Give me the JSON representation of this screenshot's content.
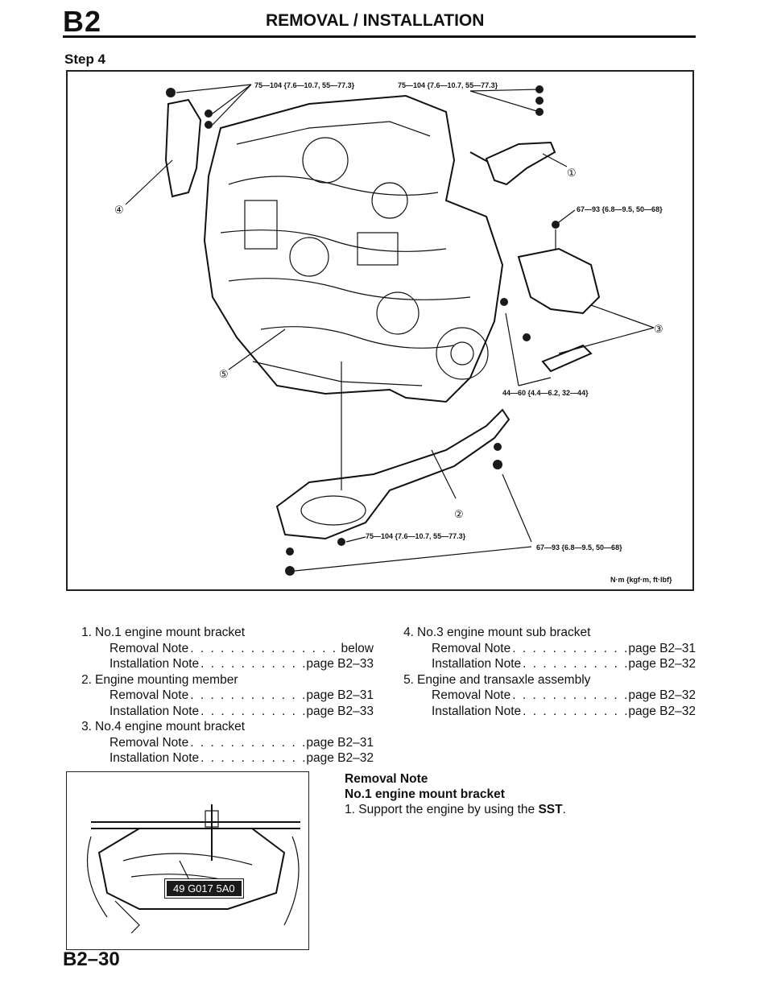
{
  "header": {
    "section_code": "B2",
    "title": "REMOVAL / INSTALLATION"
  },
  "step_label": "Step 4",
  "figure": {
    "torque_1": "75—104 {7.6—10.7, 55—77.3}",
    "torque_2": "75—104 {7.6—10.7, 55—77.3}",
    "torque_3": "67—93 {6.8—9.5, 50—68}",
    "torque_4": "44—60 {4.4—6.2, 32—44}",
    "torque_5": "75—104 {7.6—10.7, 55—77.3}",
    "torque_6": "67—93 {6.8—9.5, 50—68}",
    "unit": "N·m {kgf·m, ft·lbf}",
    "callout_1": "①",
    "callout_2": "②",
    "callout_3": "③",
    "callout_4": "④",
    "callout_5": "⑤"
  },
  "parts_left": [
    {
      "num": "1.",
      "name": "No.1 engine mount bracket",
      "notes": [
        {
          "label": "Removal Note",
          "ref": "below"
        },
        {
          "label": "Installation Note",
          "ref": "page B2–33"
        }
      ]
    },
    {
      "num": "2.",
      "name": "Engine mounting member",
      "notes": [
        {
          "label": "Removal Note",
          "ref": "page B2–31"
        },
        {
          "label": "Installation Note",
          "ref": "page B2–33"
        }
      ]
    },
    {
      "num": "3.",
      "name": "No.4 engine mount bracket",
      "notes": [
        {
          "label": "Removal Note",
          "ref": "page B2–31"
        },
        {
          "label": "Installation Note",
          "ref": "page B2–32"
        }
      ]
    }
  ],
  "parts_right": [
    {
      "num": "4.",
      "name": "No.3 engine mount sub bracket",
      "notes": [
        {
          "label": "Removal Note",
          "ref": "page B2–31"
        },
        {
          "label": "Installation Note",
          "ref": "page B2–32"
        }
      ]
    },
    {
      "num": "5.",
      "name": "Engine and transaxle assembly",
      "notes": [
        {
          "label": "Removal Note",
          "ref": "page B2–32"
        },
        {
          "label": "Installation Note",
          "ref": "page B2–32"
        }
      ]
    }
  ],
  "sst_label": "49 G017 5A0",
  "note": {
    "heading": "Removal Note",
    "subheading": "No.1 engine mount bracket",
    "step_num": "1.",
    "step_text": "Support the engine by using the ",
    "step_bold": "SST",
    "step_end": "."
  },
  "page_number": "B2–30",
  "dots": ". . . . . . . . . . . . . . . . . . . . . . . . . . . . . . . . . . . . . . . . ."
}
